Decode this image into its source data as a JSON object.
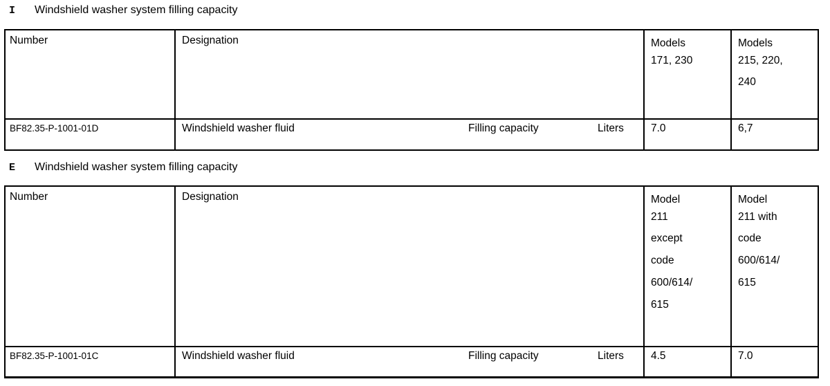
{
  "colors": {
    "background": "#ffffff",
    "text": "#000000",
    "border": "#000000"
  },
  "sections": [
    {
      "marker": "I",
      "title": "Windshield washer system filling capacity",
      "table": {
        "header": {
          "number": "Number",
          "designation": "Designation",
          "col3_lines": [
            "Models",
            "171, 230"
          ],
          "col4_lines": [
            "Models",
            "215, 220,",
            "240"
          ]
        },
        "row": {
          "number": "BF82.35-P-1001-01D",
          "designation": "Windshield washer fluid",
          "attribute": "Filling capacity",
          "unit": "Liters",
          "col3_value": "7.0",
          "col4_value": "6,7"
        }
      }
    },
    {
      "marker": "E",
      "title": "Windshield washer system filling capacity",
      "table": {
        "header": {
          "number": "Number",
          "designation": "Designation",
          "col3_lines": [
            "Model",
            "211",
            "except",
            "code",
            "600/614/",
            "615"
          ],
          "col4_lines": [
            "Model",
            "211 with",
            "code",
            "600/614/",
            "615"
          ]
        },
        "row": {
          "number": "BF82.35-P-1001-01C",
          "designation": "Windshield washer fluid",
          "attribute": "Filling capacity",
          "unit": "Liters",
          "col3_value": "4.5",
          "col4_value": "7.0"
        }
      }
    }
  ]
}
